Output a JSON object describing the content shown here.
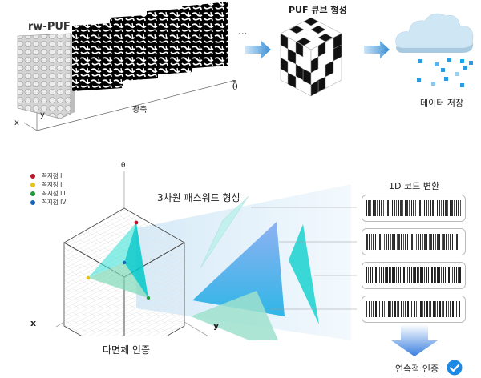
{
  "top_section": {
    "rw_puf_label": "rw-PUF",
    "ellipsis": "...",
    "theta_axis": "θ",
    "optical_axis_label": "광축",
    "x_axis": "x",
    "y_axis": "y",
    "cube_title": "PUF 큐브 형성",
    "storage_label": "데이터 저장"
  },
  "bottom_section": {
    "theta_axis": "θ",
    "x_axis": "x",
    "y_axis": "y",
    "legend": [
      {
        "label": "꼭지점 I",
        "color": "#c0142a"
      },
      {
        "label": "꼭지점 II",
        "color": "#e6c21a"
      },
      {
        "label": "꼭지점 III",
        "color": "#1f9a3a"
      },
      {
        "label": "꼭지점 IV",
        "color": "#1a63b8"
      }
    ],
    "password_title": "3차원 패스워드 형성",
    "polyhedron_label": "다면체 인증",
    "code_title": "1D 코드 변환",
    "auth_label": "연속적 인증"
  },
  "colors": {
    "arrow_blue": "#3a8fd6",
    "teal": "#2fd6d0",
    "mint": "#8fdcc0",
    "cloud": "#cfe6f5",
    "check": "#1e88e5"
  }
}
